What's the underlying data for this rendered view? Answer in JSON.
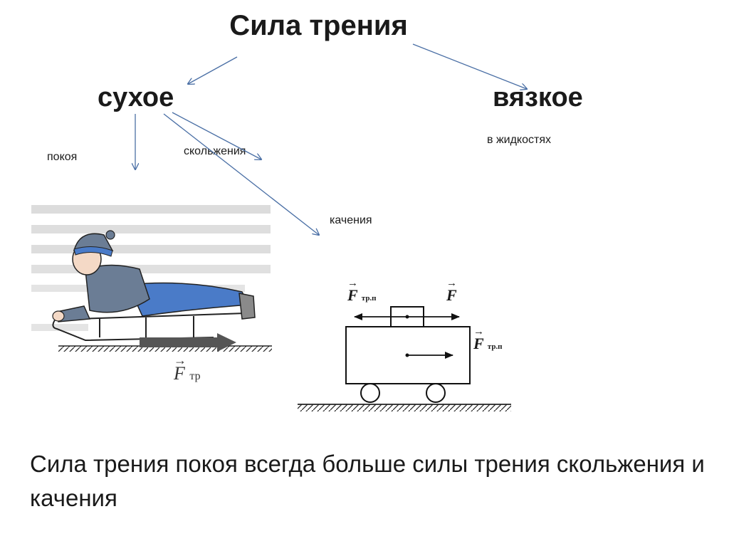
{
  "title": "Сила трения",
  "types": {
    "dry": "сухое",
    "viscous": "вязкое"
  },
  "dry_kinds": {
    "rest": "покоя",
    "sliding": "скольжения",
    "rolling": "качения"
  },
  "viscous_note": "в жидкостях",
  "sled_figure": {
    "force_label": "F",
    "force_subscript": "тр"
  },
  "cart_figure": {
    "friction_label": "F",
    "friction_subscript": "тр.п",
    "applied_label": "F",
    "cart_friction_label": "F",
    "cart_friction_subscript": "тр.п"
  },
  "conclusion": "Сила трения покоя всегда больше  силы трения скольжения и качения",
  "colors": {
    "arrow": "#4a6fa5",
    "text": "#1a1a1a",
    "jacket": "#6b7d95",
    "pants": "#4a7bc8"
  }
}
